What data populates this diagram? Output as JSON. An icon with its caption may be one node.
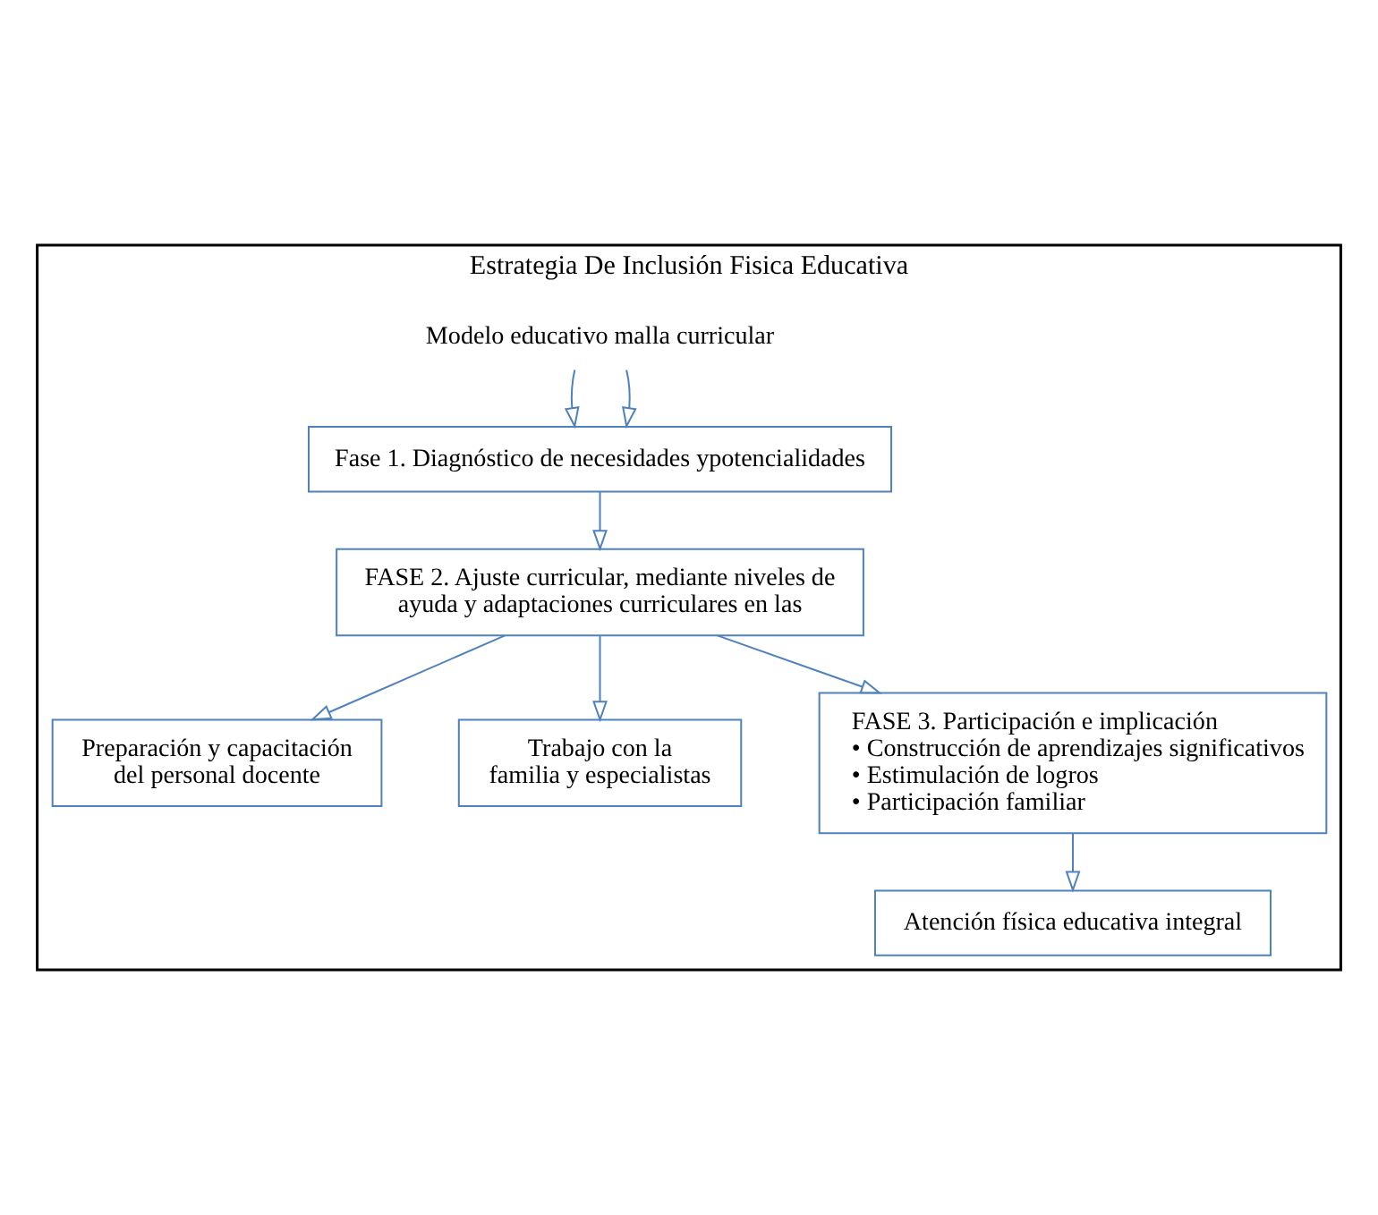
{
  "diagram": {
    "nodes": [
      {
        "text": [
          "Estrategia De Inclusión Fisica Educativa"
        ]
      },
      {
        "text": [
          "Modelo educativo malla curricular"
        ],
        "in": 0
      },
      {
        "text": [
          "Fase 1. Diagnóstico de necesidades ypotencialidades"
        ],
        "in": 0
      },
      {
        "text": [
          "FASE 2. Ajuste curricular, mediante niveles de ayuda y adaptaciones curriculares en las"
        ],
        "in": 0
      },
      {
        "text": [
          "Preparación y capacitación del personal docente"
        ],
        "in": 0
      },
      {
        "text": [
          "Trabajo con la familia y especialistas"
        ],
        "in": 0
      },
      {
        "text": [
          "FASE 3. Participación e implicación",
          "• Construcción de aprendizajes significativos",
          "• Estimulación de logros",
          "• Participación familiar"
        ],
        "in": 0
      },
      {
        "text": [
          "Atención física educativa integral"
        ],
        "in": 0
      }
    ],
    "edges": [
      {
        "from": 1,
        "to": 2,
        "arrow": "to"
      },
      {
        "from": 1,
        "to": 2,
        "arrow": "to"
      },
      {
        "from": 2,
        "to": 3,
        "arrow": "to"
      },
      {
        "from": 3,
        "to": 4,
        "arrow": "to"
      },
      {
        "from": 3,
        "to": 6,
        "arrow": "to"
      },
      {
        "from": 3,
        "to": 5,
        "arrow": "to"
      },
      {
        "from": 6,
        "to": 7,
        "arrow": "to"
      }
    ]
  }
}
